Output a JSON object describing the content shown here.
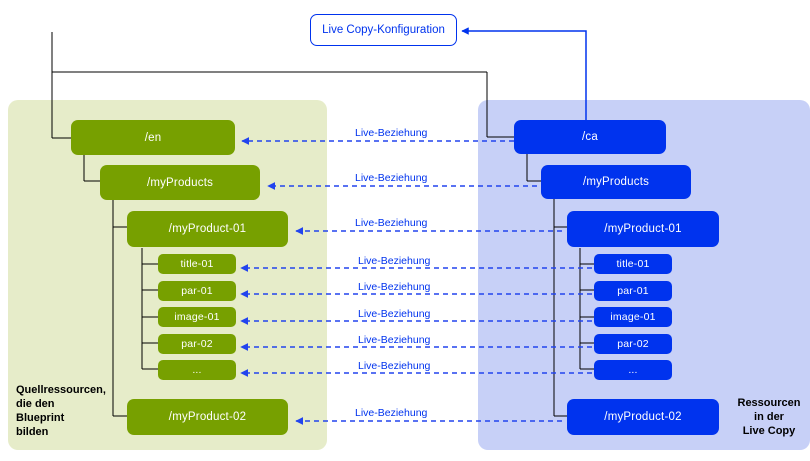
{
  "diagram": {
    "title_box": {
      "label": "Live Copy-Konfiguration"
    },
    "captions": {
      "left": "Quellressourcen,\ndie den\nBlueprint\nbilden",
      "right": "Ressourcen\nin der\nLive Copy"
    },
    "colors": {
      "blueprint_panel": "#e6ecc9",
      "livecopy_panel": "#c7d0f7",
      "blueprint_node": "#77a000",
      "livecopy_node": "#0033ee",
      "relation_line": "#3355ee",
      "tree_line": "#000000",
      "config_border": "#0033ee"
    },
    "blueprint_nodes": [
      {
        "label": "/en"
      },
      {
        "label": "/myProducts"
      },
      {
        "label": "/myProduct-01"
      },
      {
        "label": "title-01"
      },
      {
        "label": "par-01"
      },
      {
        "label": "image-01"
      },
      {
        "label": "par-02"
      },
      {
        "label": "..."
      },
      {
        "label": "/myProduct-02"
      }
    ],
    "livecopy_nodes": [
      {
        "label": "/ca"
      },
      {
        "label": "/myProducts"
      },
      {
        "label": "/myProduct-01"
      },
      {
        "label": "title-01"
      },
      {
        "label": "par-01"
      },
      {
        "label": "image-01"
      },
      {
        "label": "par-02"
      },
      {
        "label": "..."
      },
      {
        "label": "/myProduct-02"
      }
    ],
    "relations": [
      {
        "label": "Live-Beziehung"
      },
      {
        "label": "Live-Beziehung"
      },
      {
        "label": "Live-Beziehung"
      },
      {
        "label": "Live-Beziehung"
      },
      {
        "label": "Live-Beziehung"
      },
      {
        "label": "Live-Beziehung"
      },
      {
        "label": "Live-Beziehung"
      },
      {
        "label": "Live-Beziehung"
      },
      {
        "label": "Live-Beziehung"
      }
    ]
  }
}
